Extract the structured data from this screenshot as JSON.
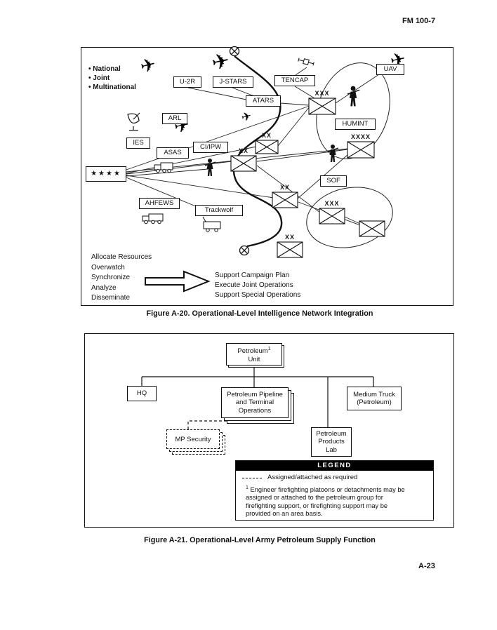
{
  "page": {
    "doc_ref": "FM 100-7",
    "page_number": "A-23"
  },
  "fig20": {
    "caption": "Figure A-20. Operational-Level Intelligence Network Integration",
    "bullets": [
      "• National",
      "• Joint",
      "• Multinational"
    ],
    "icons": {
      "aircraft": "✈"
    },
    "labels": {
      "u2r": "U-2R",
      "jstars": "J-STARS",
      "tencap": "TENCAP",
      "uav": "UAV",
      "atars": "ATARS",
      "arl": "ARL",
      "humint": "HUMINT",
      "ies": "IES",
      "asas": "ASAS",
      "ciipw": "CI/IPW",
      "sof": "SOF",
      "ahfews": "AHFEWS",
      "trackwolf": "Trackwolf"
    },
    "echelons": {
      "top_right": "XXX",
      "right": "XXXX",
      "center_upper": "XX",
      "center": "XX",
      "center_lower": "XX",
      "lower_right": "XXX",
      "bottom": "XX"
    },
    "command_stars": "★★★★",
    "process_list": [
      "Allocate Resources",
      "Overwatch",
      "Synchronize",
      "Analyze",
      "Disseminate"
    ],
    "outcome_list": [
      "Support Campaign Plan",
      "Execute Joint Operations",
      "Support Special Operations"
    ]
  },
  "fig21": {
    "caption": "Figure A-21. Operational-Level Army Petroleum Supply Function",
    "boxes": {
      "petroleum_unit_line1": "Petroleum",
      "petroleum_unit_sup": "1",
      "petroleum_unit_line2": "Unit",
      "hq": "HQ",
      "pipeline": "Petroleum Pipeline\nand Terminal\nOperations",
      "medium_truck": "Medium Truck\n(Petroleum)",
      "mp_security": "MP Security",
      "products_lab": "Petroleum\nProducts\nLab"
    },
    "legend": {
      "title": "LEGEND",
      "assigned": "Assigned/attached as required",
      "note_sup": "1",
      "note": "Engineer firefighting platoons or detachments may be\nassigned or attached to the petroleum group for\nfirefighting support, or firefighting support may be\nprovided on an area basis."
    }
  }
}
